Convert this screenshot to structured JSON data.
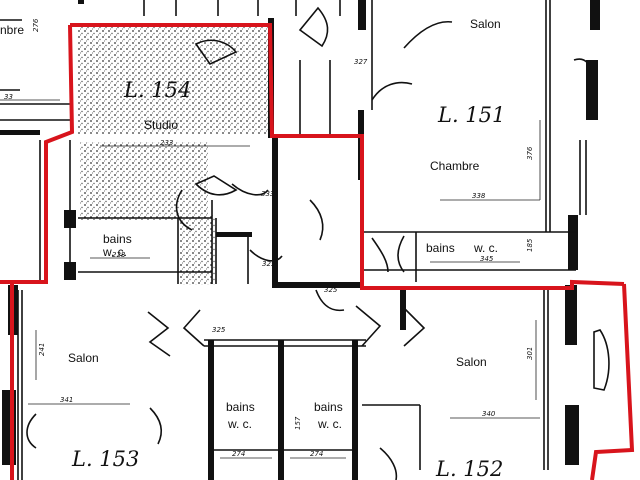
{
  "units": {
    "l154": {
      "id": "L. 154",
      "room": "Studio",
      "bath1": "bains",
      "bath2": "w. c."
    },
    "l151": {
      "id": "L. 151",
      "room_top": "Salon",
      "room": "Chambre",
      "bath1": "bains",
      "bath2": "w. c."
    },
    "l153": {
      "id": "L. 153",
      "room": "Salon",
      "bath1": "bains",
      "bath2": "w. c."
    },
    "l152": {
      "id": "L. 152",
      "room": "Salon",
      "bath1": "bains",
      "bath2": "w. c."
    },
    "left_edge": {
      "room": "nbre"
    }
  },
  "dimensions": {
    "d327": "327",
    "d333": "333",
    "d325a": "325",
    "d325b": "325",
    "d325c": "325",
    "d340": "340",
    "d341": "341",
    "d185": "185",
    "d338": "338",
    "d345": "345",
    "d276": "276",
    "d301": "301",
    "d274a": "274",
    "d274b": "274",
    "d376": "376",
    "d228": "228",
    "d233": "233",
    "d241": "241",
    "d157": "157",
    "d33": "33"
  }
}
